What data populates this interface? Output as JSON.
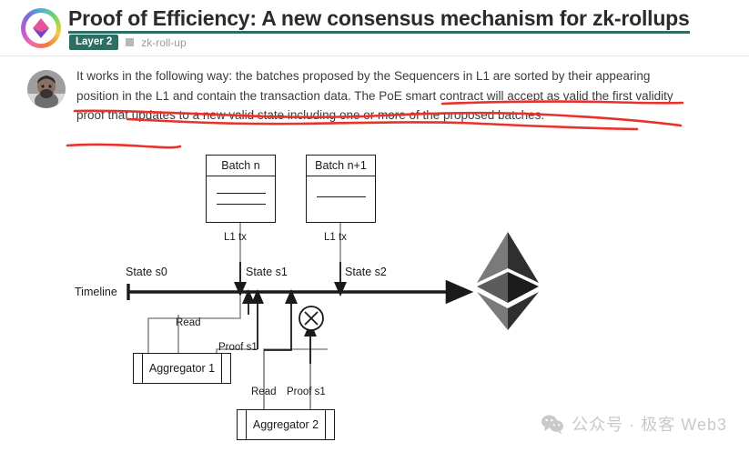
{
  "header": {
    "title": "Proof of Efficiency: A new consensus mechanism for zk-rollups",
    "badge_label": "Layer 2",
    "tag_label": "zk-roll-up",
    "logo_icon": "polygon-zkevm-logo-icon",
    "tag_icon": "tag-square-icon",
    "accent_color": "#2c6e63"
  },
  "post": {
    "avatar_icon": "author-avatar",
    "paragraph": "It works in the following way: the batches proposed by the Sequencers in L1 are sorted by their appearing position in the L1 and contain the transaction data. The PoE smart contract will accept as valid the first validity proof that updates to a new valid state including one or more of the proposed batches.",
    "annotation_color": "#e8322a"
  },
  "diagram": {
    "batch_n_label": "Batch n",
    "batch_n1_label": "Batch n+1",
    "l1_tx_label_1": "L1 tx",
    "l1_tx_label_2": "L1 tx",
    "timeline_label": "Timeline",
    "state_s0_label": "State s0",
    "state_s1_label": "State s1",
    "state_s2_label": "State s2",
    "read_label_1": "Read",
    "proof_s1_label_1": "Proof s1",
    "read_label_2": "Read",
    "proof_s1_label_2": "Proof s1",
    "aggregator_1_label": "Aggregator 1",
    "aggregator_2_label": "Aggregator 2",
    "reject_icon": "circled-x-icon",
    "ethereum_icon": "ethereum-logo-icon",
    "stroke_color": "#1a1a1a"
  },
  "watermark": {
    "icon": "wechat-icon",
    "text": "公众号 · 极客 Web3",
    "color": "#c9c9c9"
  }
}
